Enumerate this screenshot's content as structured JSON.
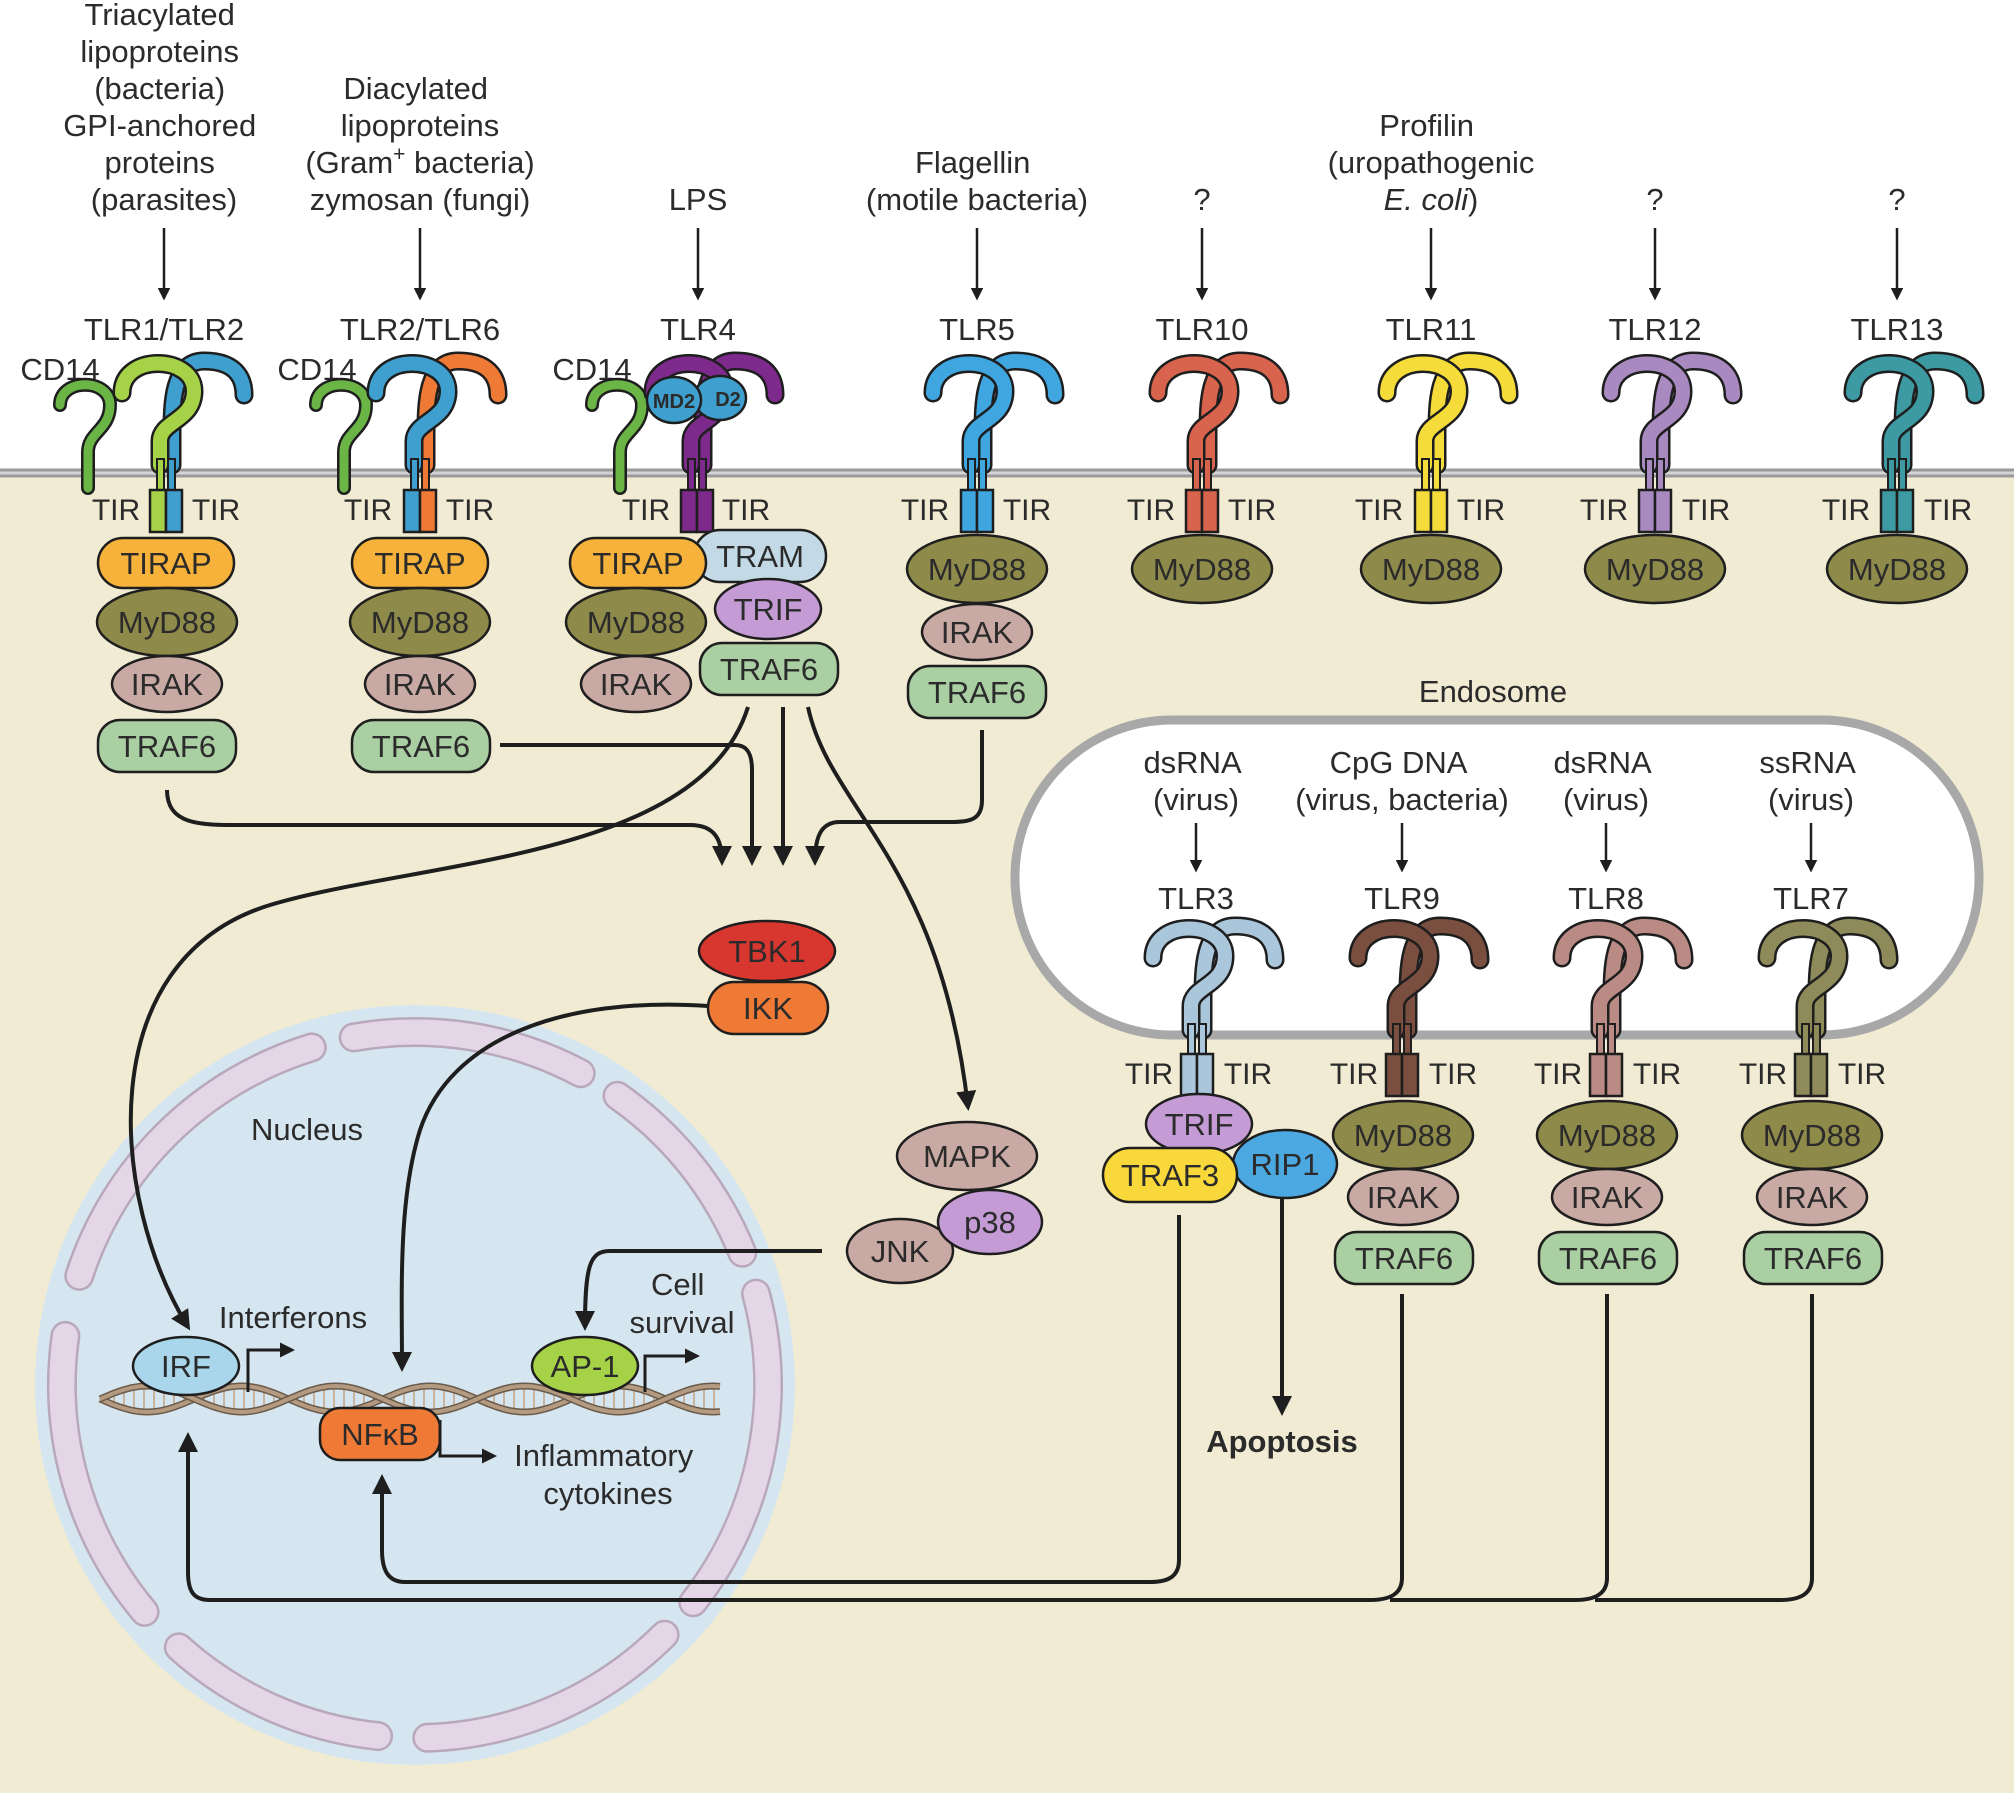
{
  "colors": {
    "background": "#ffffff",
    "cytoplasm": "#f1ebd4",
    "membrane": "#9a9a9a",
    "nucleus": "#d6e6f1",
    "nuclear_envelope": "#e4d6e6",
    "endosome_fill": "#ffffff",
    "endosome_border": "#a8a8a8",
    "arrows": "#1e1e1e",
    "tirap": "#f6b23a",
    "myd88": "#8e8a4a",
    "irak": "#c9a9a3",
    "traf6": "#a9cfa2",
    "tram": "#c3d9e6",
    "trif": "#c59bd6",
    "traf3": "#f8d83a",
    "rip1": "#4ba8e0",
    "tbk1": "#d8372f",
    "ikk": "#ee7a36",
    "mapk": "#c9a9a3",
    "p38": "#c59bd6",
    "jnk": "#c9a9a3",
    "irf": "#a9d6ea",
    "nfkb": "#ee7a36",
    "ap1": "#a6d247",
    "dna": "#b39a80",
    "cd14": "#6ab545",
    "md2": "#3f9fcf",
    "tlr1": "#a6d247",
    "tlr2": "#3f9fcf",
    "tlr6": "#ee7a36",
    "tlr4": "#7e2a8c",
    "tlr5": "#3fa6e0",
    "tlr10": "#d9644e",
    "tlr11": "#f5dc3a",
    "tlr12": "#a98ac0",
    "tlr13": "#3d9aa3",
    "tlr3": "#a9c6db",
    "tlr9": "#7a4f3f",
    "tlr8": "#b98b84",
    "tlr7": "#8e8a5a"
  },
  "ligands": {
    "tlr1_2": [
      "Triacylated",
      "lipoproteins",
      "(bacteria)",
      "GPI-anchored",
      "proteins",
      "(parasites)"
    ],
    "tlr2_6": [
      "Diacylated",
      "lipoproteins",
      "(Gram",
      "+",
      " bacteria)",
      "zymosan (fungi)"
    ],
    "tlr4": "LPS",
    "tlr5": [
      "Flagellin",
      "(motile bacteria)"
    ],
    "tlr10": "?",
    "tlr11": [
      "Profilin",
      "(uropathogenic",
      "E. coli",
      ")"
    ],
    "tlr12": "?",
    "tlr13": "?",
    "tlr3": [
      "dsRNA",
      "(virus)"
    ],
    "tlr9": [
      "CpG DNA",
      "(virus, bacteria)"
    ],
    "tlr8": [
      "dsRNA",
      "(virus)"
    ],
    "tlr7": [
      "ssRNA",
      "(virus)"
    ]
  },
  "receptors": {
    "tlr1_2": "TLR1/TLR2",
    "tlr2_6": "TLR2/TLR6",
    "tlr4": "TLR4",
    "tlr5": "TLR5",
    "tlr10": "TLR10",
    "tlr11": "TLR11",
    "tlr12": "TLR12",
    "tlr13": "TLR13",
    "tlr3": "TLR3",
    "tlr9": "TLR9",
    "tlr8": "TLR8",
    "tlr7": "TLR7"
  },
  "labels": {
    "cd14": "CD14",
    "md2": "MD2",
    "md2_partial": "D2",
    "tir": "TIR",
    "tirap": "TIRAP",
    "tram": "TRAM",
    "myd88": "MyD88",
    "irak": "IRAK",
    "traf6": "TRAF6",
    "trif": "TRIF",
    "traf3": "TRAF3",
    "rip1": "RIP1",
    "tbk1": "TBK1",
    "ikk": "IKK",
    "mapk": "MAPK",
    "p38": "p38",
    "jnk": "JNK",
    "irf": "IRF",
    "nfkb": "NFκB",
    "ap1": "AP-1",
    "endosome": "Endosome",
    "nucleus": "Nucleus",
    "apoptosis": "Apoptosis",
    "interferons": "Interferons",
    "cell_survival": [
      "Cell",
      "survival"
    ],
    "inflammatory_cytokines": [
      "Inflammatory",
      "cytokines"
    ]
  }
}
